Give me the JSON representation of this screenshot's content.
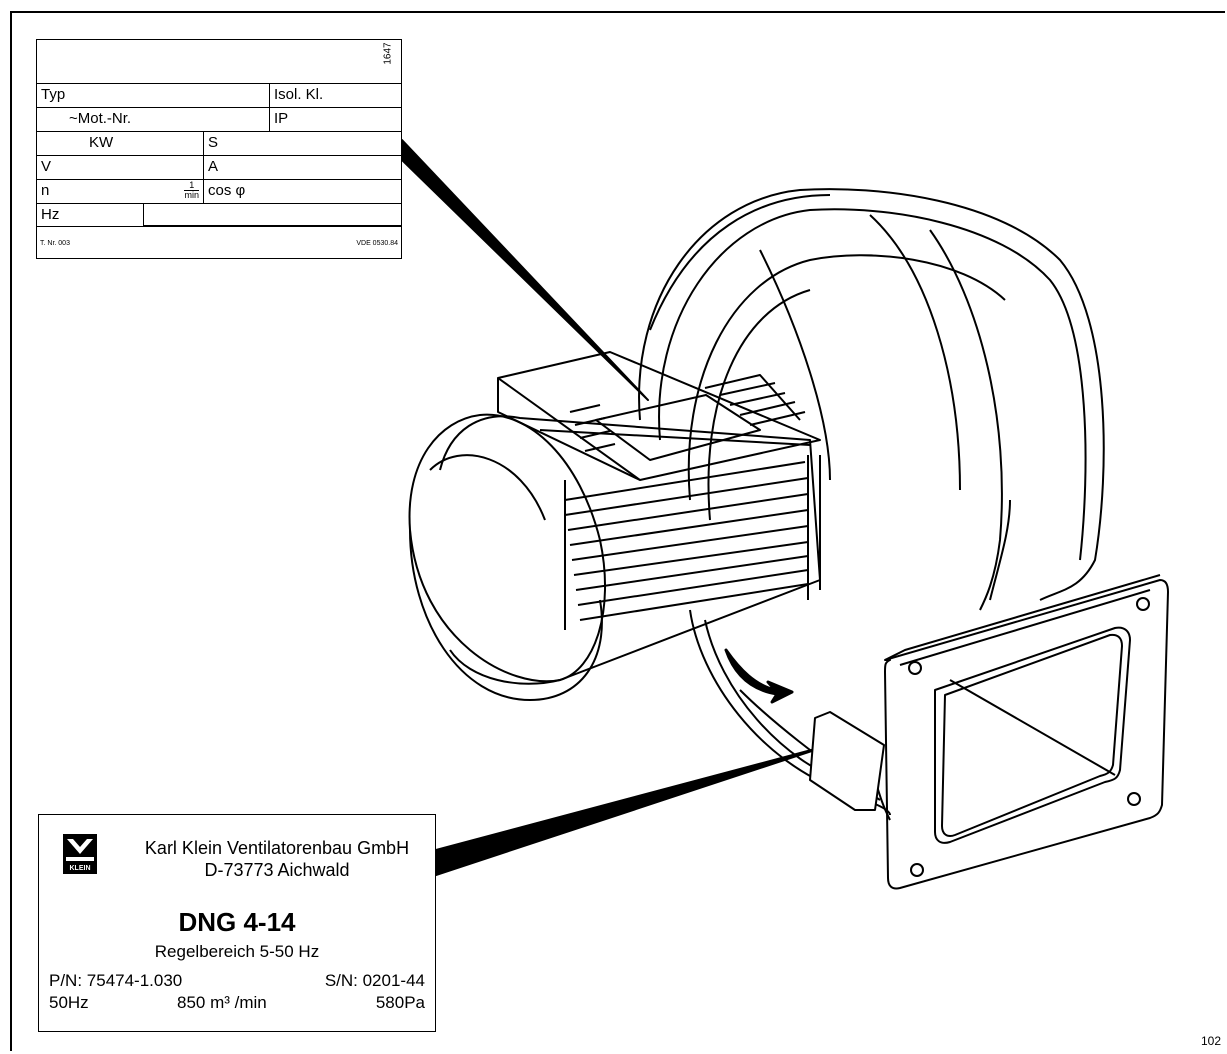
{
  "figure_number": "102",
  "rating_plate": {
    "code": "1647",
    "typ": "Typ",
    "isol": "Isol. Kl.",
    "mot_nr": "~Mot.-Nr.",
    "ip": "IP",
    "kw": "KW",
    "s": "S",
    "v": "V",
    "a": "A",
    "n": "n",
    "unit_num": "1",
    "unit_den": "min",
    "cos": "cos φ",
    "hz": "Hz",
    "t_nr": "T. Nr. 003",
    "vde": "VDE 0530.84"
  },
  "product_label": {
    "logo_text": "KLEIN",
    "company": "Karl Klein Ventilatorenbau GmbH",
    "address": "D-73773 Aichwald",
    "model": "DNG 4-14",
    "range": "Regelbereich 5-50 Hz",
    "pn": "P/N: 75474-1.030",
    "sn": "S/N: 0201-44",
    "freq": "50Hz",
    "flow": "850 m³ /min",
    "pressure": "580Pa"
  }
}
